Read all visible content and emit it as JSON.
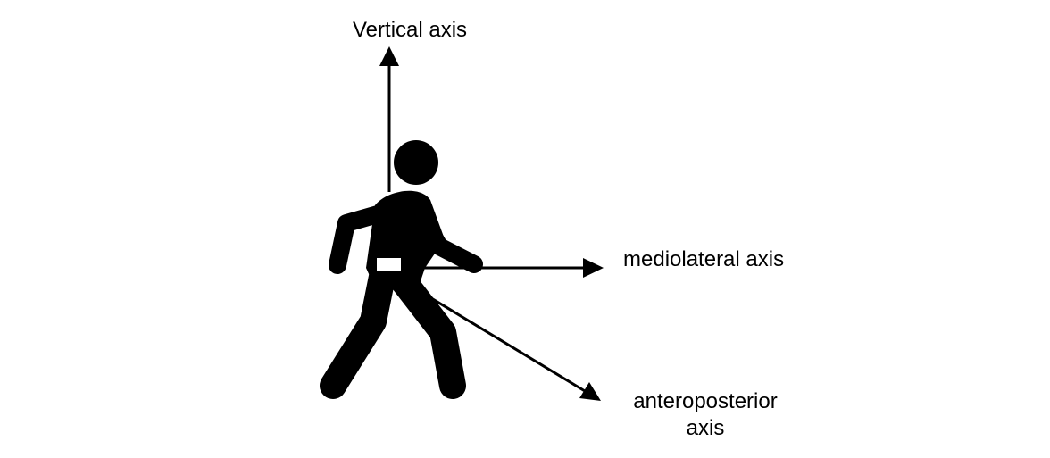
{
  "diagram": {
    "labels": {
      "vertical_axis": "Vertical axis",
      "mediolateral_axis": "mediolateral axis",
      "anteroposterior_line1": "anteroposterior",
      "anteroposterior_line2": "axis"
    },
    "colors": {
      "ink": "#000000",
      "background": "#ffffff",
      "sensor": "#ffffff"
    },
    "icons": {
      "figure": "walking-person-icon",
      "sensor": "waist-sensor-icon"
    }
  }
}
